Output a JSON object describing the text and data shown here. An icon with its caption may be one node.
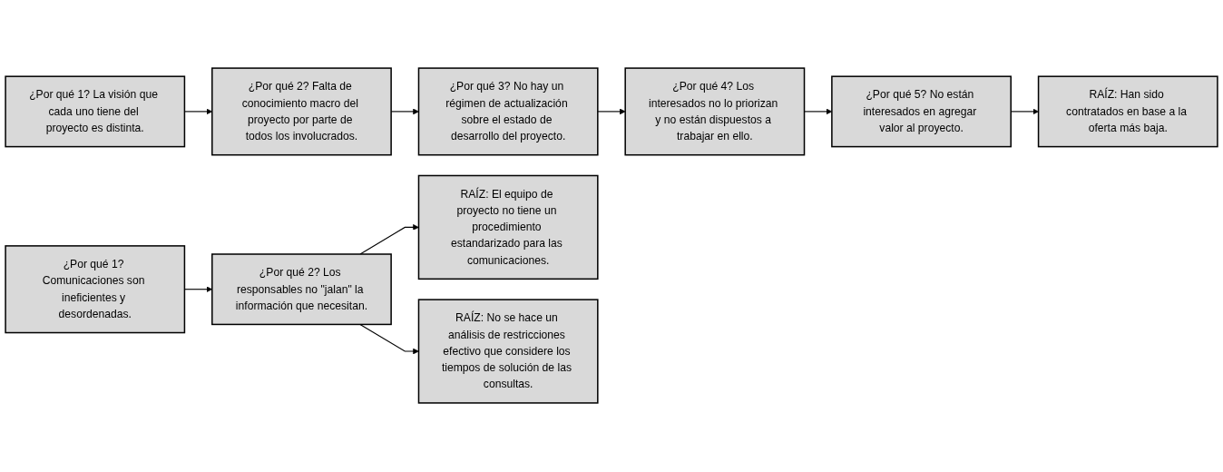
{
  "diagram": {
    "nodes": [
      {
        "text": [
          "¿Por qué 1? La visión que cada uno tiene del proyecto es distinta."
        ]
      },
      {
        "text": [
          "¿Por qué 2? Falta de conocimiento macro del proyecto por parte de todos los involucrados."
        ]
      },
      {
        "text": [
          "¿Por qué 3? No hay un régimen de actualización sobre el estado de desarrollo del proyecto."
        ]
      },
      {
        "text": [
          "¿Por qué 4? Los interesados no lo priorizan y no están dispuestos a trabajar en ello."
        ]
      },
      {
        "text": [
          "¿Por qué 5? No están interesados en agregar valor al proyecto."
        ]
      },
      {
        "text": [
          "RAÍZ: Han sido contratados en base a la oferta más baja."
        ]
      },
      {
        "text": [
          "¿Por qué 1? Comunicaciones son ineficientes y desordenadas."
        ]
      },
      {
        "text": [
          "¿Por qué 2? Los responsables no \"jalan\" la información que necesitan."
        ]
      },
      {
        "text": [
          "RAÍZ: El equipo de proyecto no tiene un procedimiento estandarizado para las comunicaciones."
        ]
      },
      {
        "text": [
          "RAÍZ: No se hace un análisis de restricciones efectivo que considere los tiempos de solución de las consultas."
        ]
      }
    ],
    "edges": [
      {
        "from": 0,
        "to": 1,
        "arrow": "to"
      },
      {
        "from": 1,
        "to": 2,
        "arrow": "to"
      },
      {
        "from": 2,
        "to": 3,
        "arrow": "to"
      },
      {
        "from": 3,
        "to": 4,
        "arrow": "to"
      },
      {
        "from": 4,
        "to": 5,
        "arrow": "to"
      },
      {
        "from": 6,
        "to": 7,
        "arrow": "to"
      },
      {
        "from": 7,
        "to": 8,
        "arrow": "to"
      },
      {
        "from": 7,
        "to": 9,
        "arrow": "to"
      }
    ]
  }
}
